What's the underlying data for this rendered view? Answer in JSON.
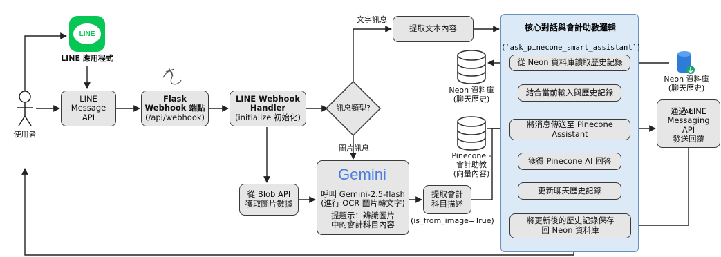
{
  "diagram": {
    "title": "核心對話與會計助教邏輯",
    "subtitle": "(`ask_pinecone_smart_assistant`)",
    "nodes": {
      "line_app": "LINE 應用程式",
      "user": "使用者",
      "line_message_api": [
        "LINE",
        "Message API"
      ],
      "flask_webhook": [
        "Flask",
        "Webhook 端點",
        "(/api/webhook)"
      ],
      "line_webhook_handler": [
        "LINE Webhook",
        "Handler",
        "(initialize 初始化)"
      ],
      "message_type": "訊息類型?",
      "extract_text": "提取文本內容",
      "blob_api": [
        "從 Blob API",
        "獲取圖片數據"
      ],
      "gemini": [
        "呼叫 Gemini-2.5-flash",
        "(進行 OCR 圖片轉文字)",
        "提題示：辨識圖片",
        "中的會計科目內容"
      ],
      "extract_account": [
        "提取會計",
        "科目描述"
      ],
      "read_history": "從 Neon 資料庫讀取歷史記錄",
      "combine": "結合當前輸入與歷史記錄",
      "send_pinecone": [
        "將消息傳送至 Pinecone",
        "Assistant"
      ],
      "get_answer": "獲得 Pinecone AI 回答",
      "update_history": "更新聊天歷史記錄",
      "save_history": [
        "將更新後的歷史記錄保存",
        "回 Neon 資料庫"
      ],
      "neon_db_left": [
        "Neon 資料庫",
        "(聊天歷史)"
      ],
      "pinecone_db": [
        "Pinecone -",
        "會計助教",
        "(向量內容)"
      ],
      "neon_db_right": [
        "Neon 資料庫",
        "(聊天歷史)"
      ],
      "reply": [
        "通過 LINE",
        "Messaging API",
        "發送回覆"
      ]
    },
    "edge_labels": {
      "text_msg": "文字訊息",
      "image_msg": "圖片訊息",
      "is_from_image": "(is_from_image=True)"
    },
    "logos": {
      "line": "LINE",
      "gemini": "Gemini",
      "api": "API"
    },
    "colors": {
      "node_fill": "#e6e6e6",
      "panel_fill": "#dce9f7",
      "line_green": "#06c755",
      "gemini_blue": "#4a7de0"
    }
  }
}
